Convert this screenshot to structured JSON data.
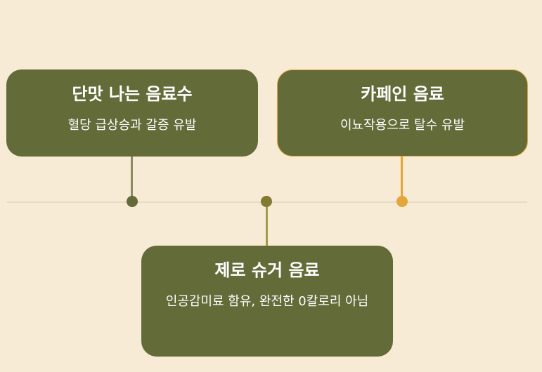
{
  "colors": {
    "background": "#f7ebd6",
    "card": "#636b39",
    "axis": "#e6dcc4",
    "accent": "#e2a63a",
    "node_green": "#636b39",
    "node_olive": "#827a31",
    "line_green": "#8a8d5f",
    "line_olive": "#a39a4c"
  },
  "cards": [
    {
      "title": "단맛 나는 음료수",
      "description": "혈당 급상승과 갈증 유발"
    },
    {
      "title": "카페인 음료",
      "description": "이뇨작용으로 탈수 유발"
    },
    {
      "title": "제로 슈거 음료",
      "description": "인공감미료 함유, 완전한 0칼로리 아님"
    }
  ]
}
